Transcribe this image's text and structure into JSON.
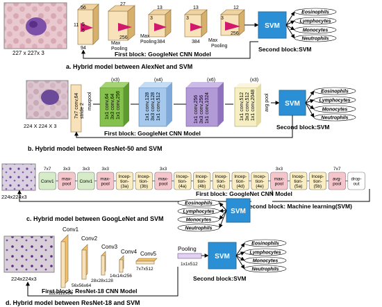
{
  "svm": "SVM",
  "classes": [
    "Eosinophils",
    "Lymphocytes",
    "Monocytes",
    "Neutrophils"
  ],
  "colors": {
    "svm_box": "#2b8fd6",
    "cube_face": "#f8e2ba",
    "pool_arrow": "#d11a6b",
    "stage_green": "#86c14d",
    "stage_blue": "#a5c8ec",
    "stage_purple": "#b29ad6",
    "stage_yellow": "#f6efc4",
    "googlenet_pink": "#f4c6cc",
    "googlenet_green": "#d6ecc9",
    "googlenet_yellow": "#f9edc1",
    "googlenet_white": "#ffffff"
  },
  "a": {
    "input_size": "227 x 227x 3",
    "conv1": {
      "top": "56",
      "k1": "5",
      "k2": "5",
      "left": "11",
      "bottom": "94"
    },
    "conv2": {
      "top": "27",
      "bottom": "256"
    },
    "conv3": {
      "top": "13",
      "inner": "3",
      "bottom": "384"
    },
    "conv4": {
      "top": "13",
      "inner": "3",
      "bottom": "384"
    },
    "conv5": {
      "top": "12",
      "inner": "3",
      "bottom": "256"
    },
    "pool1_l1": "Max",
    "pool1_l2": "Pooling",
    "pool2_l1": "Max",
    "pool2_l2": "Pooling",
    "pool3_l1": "Max",
    "pool3_l2": "Pooling",
    "first_block": "First block: GoogleNet CNN Model",
    "second_block": "Second block:SVM",
    "caption": "a. Hybrid model between AlexNet and SVM"
  },
  "b": {
    "input_size": "224 X 224 X 3",
    "stem_l1": "7x7 conv,64",
    "stem_l2": "stride 2",
    "stem_l3": "maxpool",
    "stages": [
      {
        "mult": "(x3)",
        "l1": "1x1 conv,64",
        "l2": "3x3 conv,64",
        "l3": "1x1 conv,256"
      },
      {
        "mult": "(x4)",
        "l1": "1x1 conv,128",
        "l2": "3x3 conv,128",
        "l3": "1x1 conv,512"
      },
      {
        "mult": "(x6)",
        "l1": "1x1 conv,256",
        "l2": "3x3 conv,256",
        "l3": "1x1 conv,1024"
      },
      {
        "mult": "(x3)",
        "l1": "1x1 conv,512",
        "l2": "3x3 conv,512",
        "l3": "1x1 conv,2048"
      }
    ],
    "avg_pool": "avg pool",
    "first_block": "First block: GoogleNet CNN Model",
    "second_block": "Second block:SVM",
    "caption": "b. Hybrid model between ResNet-50 and SVM"
  },
  "c": {
    "input_size": "224x224x3",
    "layers": [
      {
        "kernel": "7x7",
        "name": "Conv1",
        "color": "#d6ecc9"
      },
      {
        "kernel": "3x3",
        "name": "max-\npool",
        "color": "#f4c6cc"
      },
      {
        "kernel": "3x3",
        "name": "Conv1",
        "color": "#d6ecc9"
      },
      {
        "kernel": "3x3",
        "name": "max-\npool",
        "color": "#f4c6cc"
      },
      {
        "kernel": "",
        "name": "Incep-\ntion-\n(3a)",
        "color": "#f9edc1"
      },
      {
        "kernel": "",
        "name": "Incep-\ntion-\n(3b)",
        "color": "#f9edc1"
      },
      {
        "kernel": "3x3",
        "name": "max-\npool",
        "color": "#f4c6cc"
      },
      {
        "kernel": "",
        "name": "Incep-\ntion-\n(4a)",
        "color": "#f9edc1"
      },
      {
        "kernel": "",
        "name": "Incep-\ntion-\n(4b)",
        "color": "#f9edc1"
      },
      {
        "kernel": "",
        "name": "Incep-\ntion-\n(4c)",
        "color": "#f9edc1"
      },
      {
        "kernel": "",
        "name": "Incep-\ntion-\n(4d)",
        "color": "#f9edc1"
      },
      {
        "kernel": "",
        "name": "Incep-\ntion-\n(4e)",
        "color": "#f9edc1"
      },
      {
        "kernel": "3x3",
        "name": "max-\npool",
        "color": "#f4c6cc"
      },
      {
        "kernel": "",
        "name": "Incep-\ntion-\n(5a)",
        "color": "#f9edc1"
      },
      {
        "kernel": "",
        "name": "Incep-\ntion-\n(5b)",
        "color": "#f9edc1"
      },
      {
        "kernel": "7x7",
        "name": "avg-\npool",
        "color": "#f4c6cc"
      },
      {
        "kernel": "",
        "name": "drop-\nout",
        "color": "#ffffff"
      }
    ],
    "first_block": "First block: GoogleNet CNN Model",
    "second_block": "Second block: Machine learning(SVM)",
    "caption": "c. Hybrid model between GoogLeNet and SVM"
  },
  "d": {
    "input_size": "224x224x3",
    "convs": [
      {
        "name": "Conv1",
        "dims": "112x112x64"
      },
      {
        "name": "Conv2",
        "dims": "56x56x64"
      },
      {
        "name": "Conv3",
        "dims": "28x28x128"
      },
      {
        "name": "Conv4",
        "dims": "14x14x256"
      },
      {
        "name": "Conv5",
        "dims": "7x7x512"
      }
    ],
    "pooling": {
      "name": "Pooling",
      "dims": "1x1x512"
    },
    "first_block": "First block: ResNet-18 CNN Model",
    "second_block": "Second block:SVM",
    "caption": "d. Hybrid model between ResNet-18 and SVM"
  }
}
